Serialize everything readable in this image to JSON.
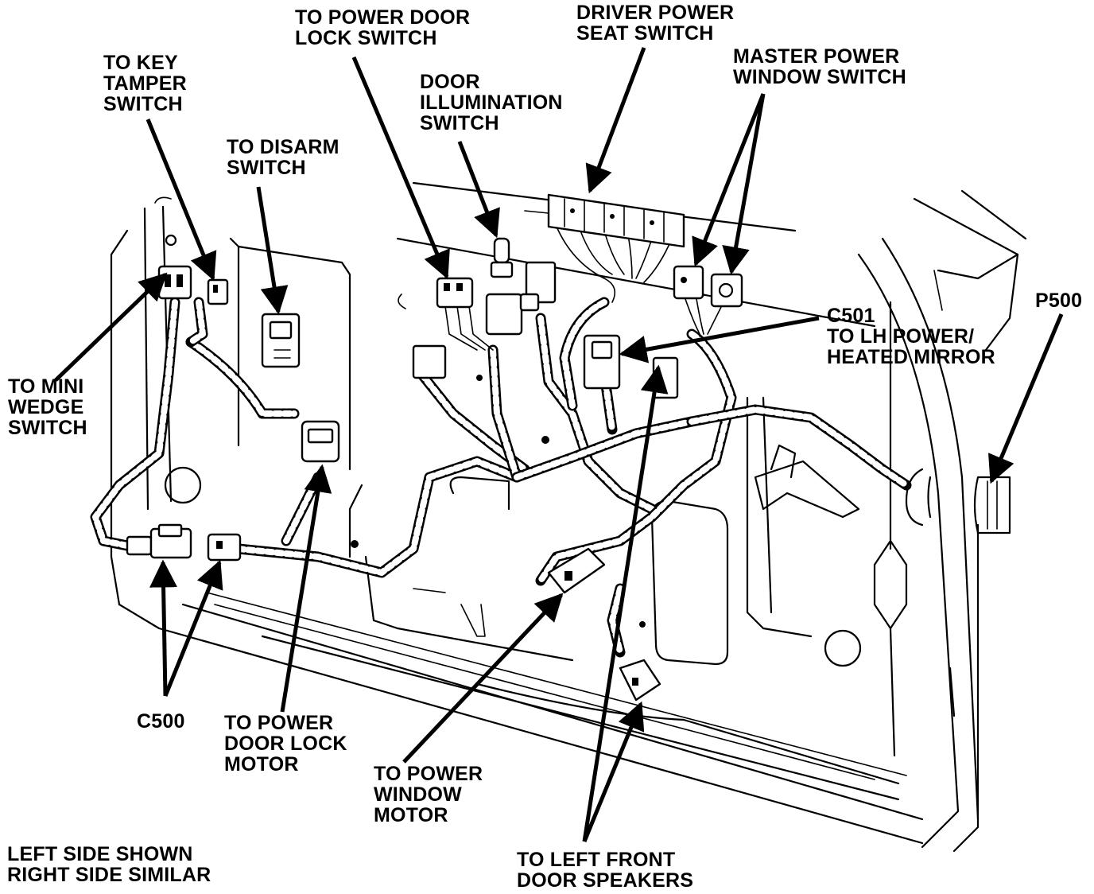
{
  "diagram": {
    "labels": {
      "key_tamper": "TO KEY\nTAMPER\nSWITCH",
      "disarm": "TO DISARM\nSWITCH",
      "power_door_lock_switch": "TO POWER DOOR\nLOCK SWITCH",
      "door_illumination": "DOOR\nILLUMINATION\nSWITCH",
      "driver_power_seat": "DRIVER POWER\nSEAT SWITCH",
      "master_power_window": "MASTER POWER\nWINDOW SWITCH",
      "mini_wedge": "TO MINI\nWEDGE\nSWITCH",
      "c501": "C501\nTO LH POWER/\nHEATED MIRROR",
      "p500": "P500",
      "c500": "C500",
      "power_door_lock_motor": "TO POWER\nDOOR LOCK\nMOTOR",
      "power_window_motor": "TO POWER\nWINDOW\nMOTOR",
      "left_front_speakers": "TO LEFT FRONT\nDOOR SPEAKERS",
      "note": "LEFT SIDE SHOWN\nRIGHT SIDE SIMILAR"
    }
  }
}
